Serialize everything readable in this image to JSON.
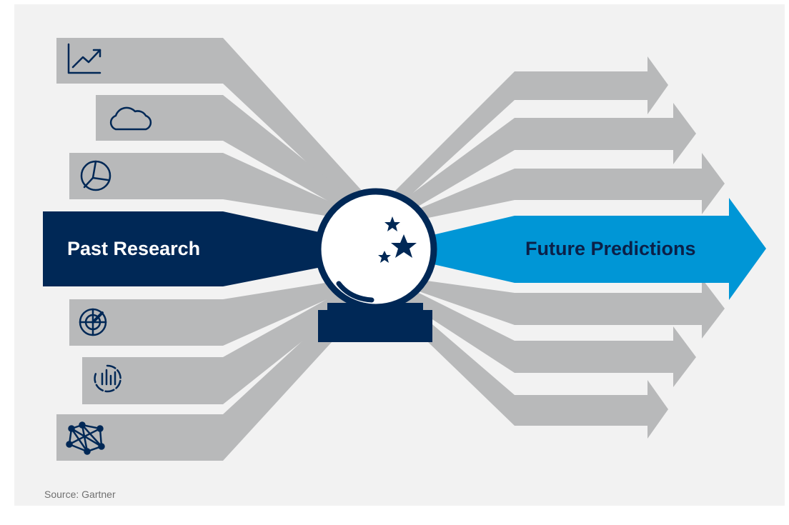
{
  "diagram": {
    "input_label": "Past Research",
    "output_label": "Future Predictions",
    "source": "Source: Gartner",
    "input_icons": [
      "line-chart-icon",
      "cloud-icon",
      "pie-chart-icon",
      "radar-icon",
      "bar-gauge-icon",
      "network-icon"
    ],
    "center_icon": "crystal-ball-icon",
    "colors": {
      "background": "#f2f2f2",
      "gray_arrow": "#b8b9ba",
      "navy": "#002856",
      "blue": "#0096d6",
      "source_text": "#707070"
    }
  }
}
